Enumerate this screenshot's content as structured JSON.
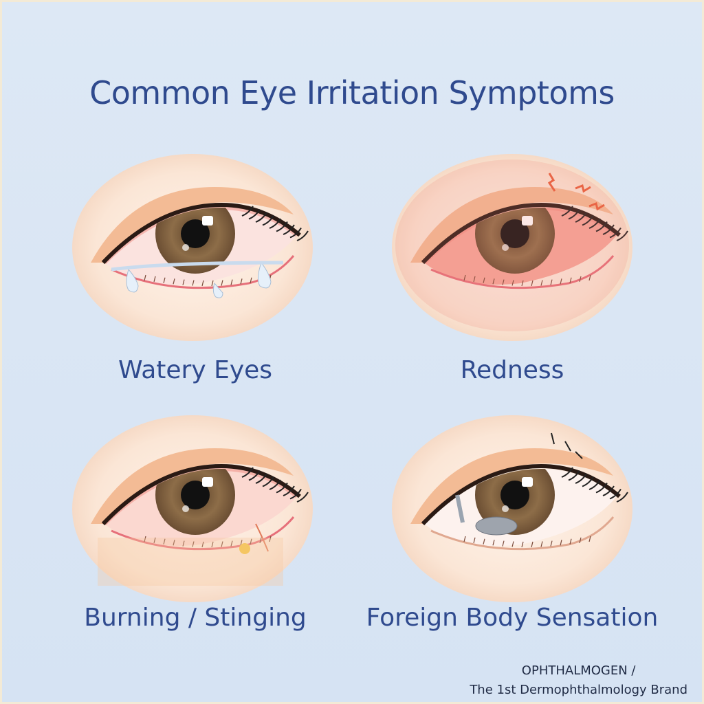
{
  "title": "Common Eye Irritation Symptoms",
  "symptoms": [
    {
      "label": "Watery Eyes",
      "variant": "watery"
    },
    {
      "label": "Redness",
      "variant": "red"
    },
    {
      "label": "Burning / Stinging",
      "variant": "burning"
    },
    {
      "label": "Foreign Body Sensation",
      "variant": "foreign"
    }
  ],
  "brand": {
    "line1": "OPHTHALMOGEN /",
    "line2": "The 1st Dermophthalmology Brand"
  },
  "colors": {
    "title": "#2f4a8e",
    "background": "#d9e5f4",
    "iris": "#8a6a44",
    "redness": "#f08a80"
  }
}
